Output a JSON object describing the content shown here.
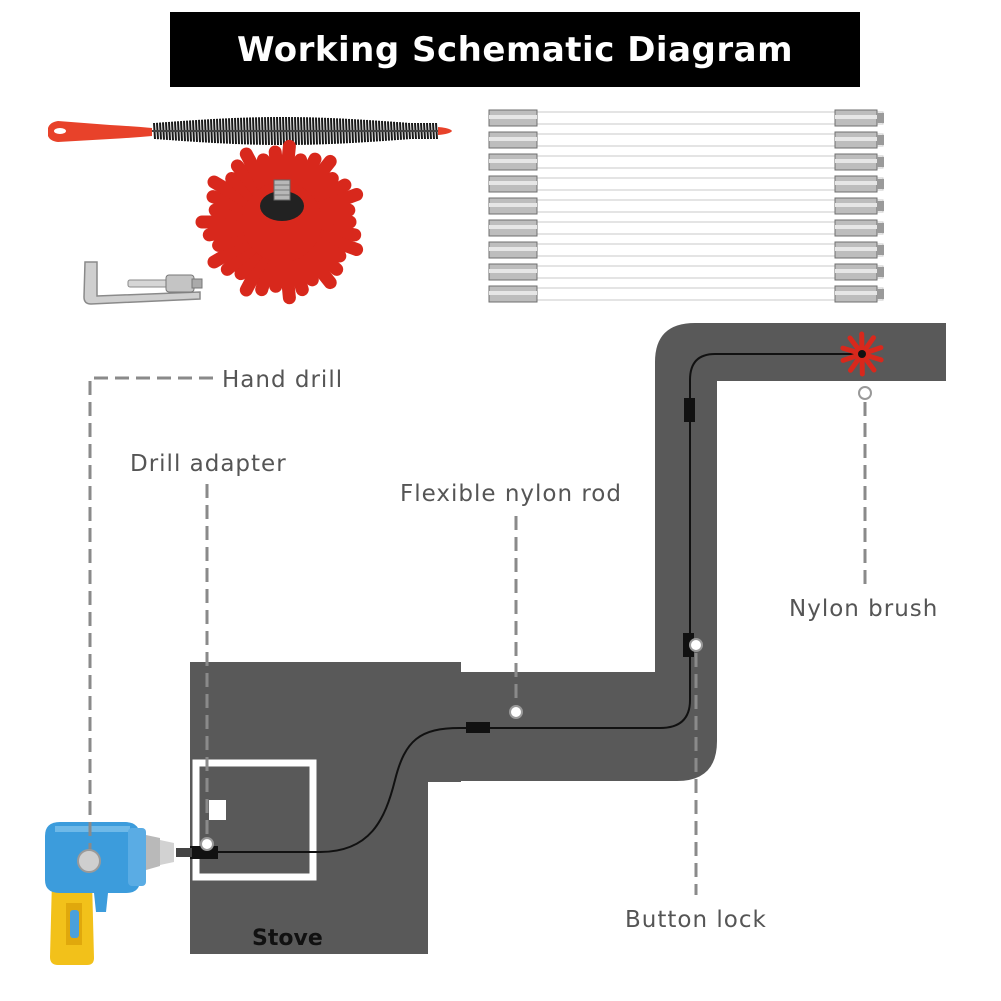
{
  "title": "Working Schematic Diagram",
  "labels": {
    "hand_drill": "Hand drill",
    "drill_adapter": "Drill adapter",
    "flexible_nylon_rod": "Flexible nylon rod",
    "nylon_brush": "Nylon brush",
    "button_lock": "Button lock",
    "stove": "Stove"
  },
  "colors": {
    "duct": "#595959",
    "brush_red": "#d8281c",
    "handle_orange": "#e8422a",
    "drill_blue": "#3c9cdc",
    "drill_yellow": "#f2c11a",
    "leader_gray": "#8a8a8a",
    "label_gray": "#555555"
  },
  "rod_count": 9
}
